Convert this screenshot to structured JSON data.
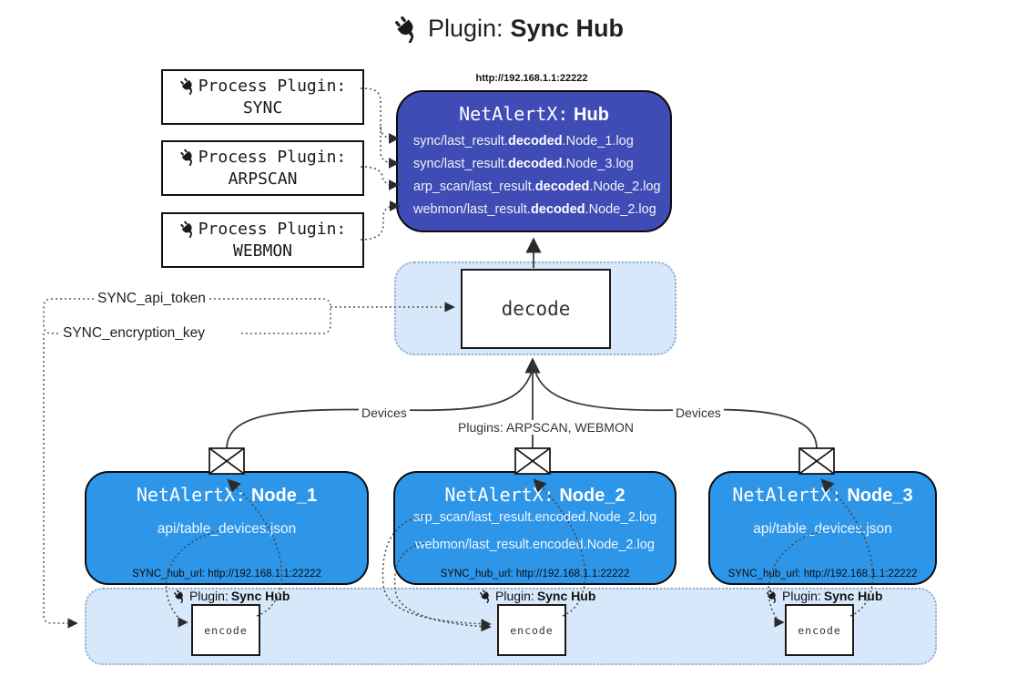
{
  "title": {
    "icon": "plug-icon",
    "prefix": "Plugin:",
    "name": "Sync Hub"
  },
  "process_plugins": [
    {
      "label": "Process Plugin:",
      "name": "SYNC"
    },
    {
      "label": "Process Plugin:",
      "name": "ARPSCAN"
    },
    {
      "label": "Process Plugin:",
      "name": "WEBMON"
    }
  ],
  "hub": {
    "url_label": "http://192.168.1.1:22222",
    "name_prefix": "NetAlertX:",
    "name": "Hub",
    "lines": [
      {
        "pre": "sync/last_result.",
        "bold": "decoded",
        "post": ".Node_1.log"
      },
      {
        "pre": "sync/last_result.",
        "bold": "decoded",
        "post": ".Node_3.log"
      },
      {
        "pre": "arp_scan/last_result.",
        "bold": "decoded",
        "post": ".Node_2.log"
      },
      {
        "pre": "webmon/last_result.",
        "bold": "decoded",
        "post": ".Node_2.log"
      }
    ]
  },
  "decode": {
    "label": "decode"
  },
  "secrets": {
    "api_token": "SYNC_api_token",
    "encryption_key": "SYNC_encryption_key"
  },
  "edges": {
    "left_label": "Devices",
    "center_label": "Plugins: ARPSCAN, WEBMON",
    "right_label": "Devices"
  },
  "nodes": [
    {
      "name_prefix": "NetAlertX:",
      "name": "Node_1",
      "files": [
        "api/table_devices.json"
      ],
      "hub_url": "SYNC_hub_url: http://192.168.1.1:22222"
    },
    {
      "name_prefix": "NetAlertX:",
      "name": "Node_2",
      "files": [
        "arp_scan/last_result.encoded.Node_2.log",
        "webmon/last_result.encoded.Node_2.log"
      ],
      "hub_url": "SYNC_hub_url: http://192.168.1.1:22222"
    },
    {
      "name_prefix": "NetAlertX:",
      "name": "Node_3",
      "files": [
        "api/table_devices.json"
      ],
      "hub_url": "SYNC_hub_url: http://192.168.1.1:22222"
    }
  ],
  "encoders": [
    {
      "plugin_prefix": "Plugin:",
      "plugin_name": "Sync Hub",
      "box_label": "encode"
    },
    {
      "plugin_prefix": "Plugin:",
      "plugin_name": "Sync Hub",
      "box_label": "encode"
    },
    {
      "plugin_prefix": "Plugin:",
      "plugin_name": "Sync Hub",
      "box_label": "encode"
    }
  ],
  "colors": {
    "hub_fill": "#3F4CB6",
    "node_fill": "#2E96E8",
    "container_fill": "#D7E8FA",
    "container_border": "#96AECB",
    "line": "#3a3a3a",
    "dotted": "#555555"
  }
}
